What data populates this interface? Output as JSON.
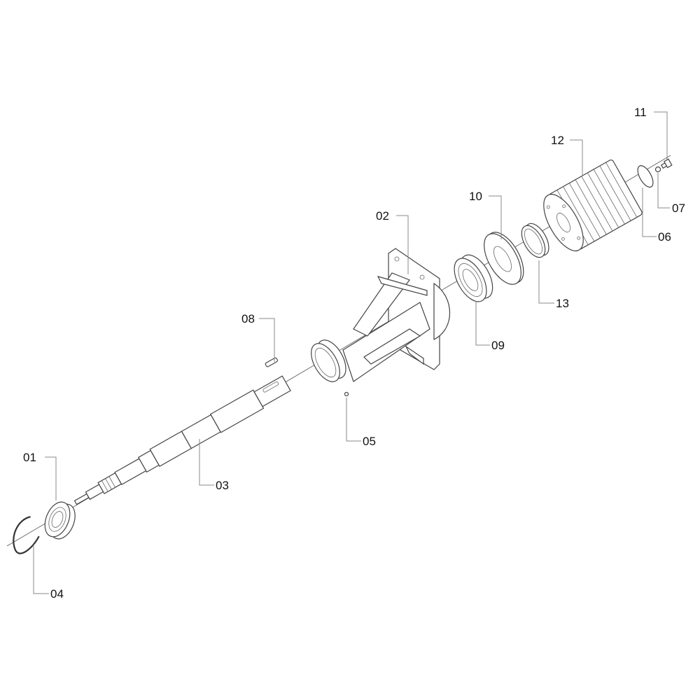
{
  "diagram": {
    "type": "exploded-parts-view",
    "callouts": [
      {
        "id": "01",
        "label": "01"
      },
      {
        "id": "02",
        "label": "02"
      },
      {
        "id": "03",
        "label": "03"
      },
      {
        "id": "04",
        "label": "04"
      },
      {
        "id": "05",
        "label": "05"
      },
      {
        "id": "06",
        "label": "06"
      },
      {
        "id": "07",
        "label": "07"
      },
      {
        "id": "08",
        "label": "08"
      },
      {
        "id": "09",
        "label": "09"
      },
      {
        "id": "10",
        "label": "10"
      },
      {
        "id": "11",
        "label": "11"
      },
      {
        "id": "12",
        "label": "12"
      },
      {
        "id": "13",
        "label": "13"
      }
    ]
  }
}
